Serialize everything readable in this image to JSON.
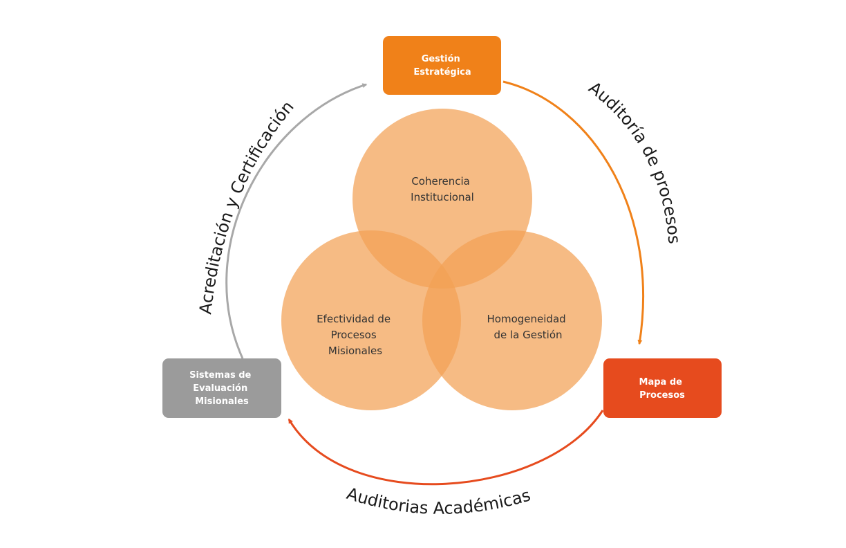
{
  "colors": {
    "strategic": "#F08119",
    "process_map": "#E64B1E",
    "evaluation": "#9B9B9B",
    "circle_fill": "#F2A154",
    "arrow_right": "#F08119",
    "arrow_bottom": "#E64B1E",
    "arrow_left": "#A8A8A8"
  },
  "boxes": {
    "strategic": {
      "lines": [
        "Gestión",
        "Estratégica"
      ]
    },
    "process_map": {
      "lines": [
        "Mapa de",
        "Procesos"
      ]
    },
    "evaluation": {
      "lines": [
        "Sistemas de",
        "Evaluación",
        "Misionales"
      ]
    }
  },
  "circles": {
    "top": {
      "lines": [
        "Coherencia",
        "Institucional"
      ]
    },
    "left": {
      "lines": [
        "Efectividad de",
        "Procesos",
        "Misionales"
      ]
    },
    "right": {
      "lines": [
        "Homogeneidad",
        "de la Gestión"
      ]
    }
  },
  "arcs": {
    "right_label": "Auditoría de procesos",
    "bottom_label": "Auditorias Académicas",
    "left_label": "Acreditación y Certificación"
  }
}
